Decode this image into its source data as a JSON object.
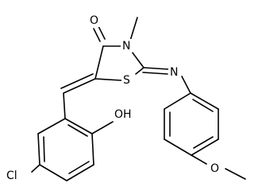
{
  "structure": {
    "atoms": {
      "O_carbonyl": "O",
      "N_ring": "N",
      "S_ring": "S",
      "N_imine": "N",
      "OH": "OH",
      "Cl": "Cl",
      "O_methoxy": "O"
    }
  },
  "colors": {
    "bond": "#000000",
    "label": "#000000",
    "background": "#ffffff"
  }
}
